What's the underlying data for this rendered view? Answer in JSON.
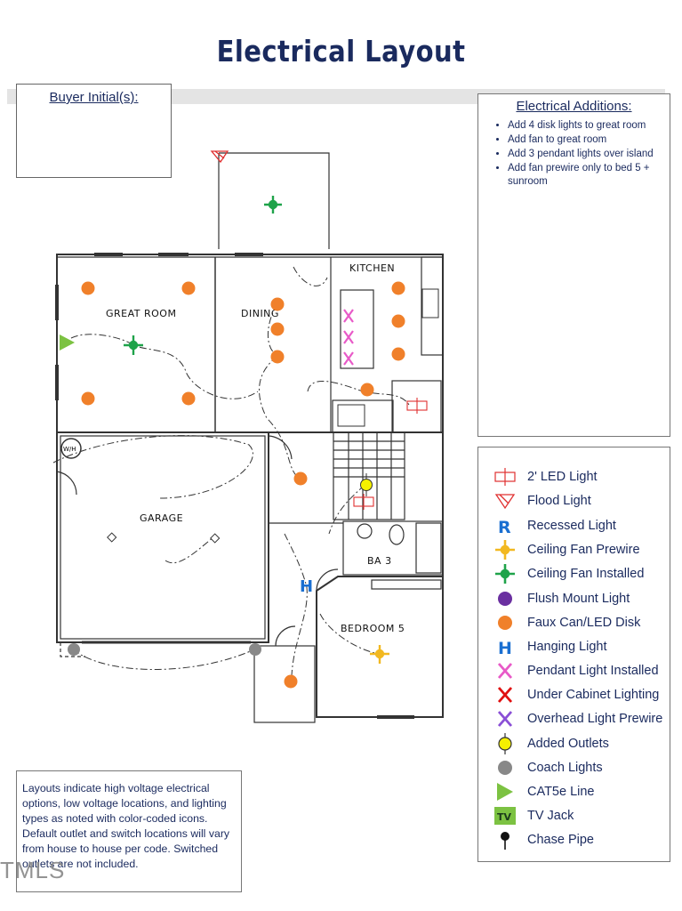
{
  "title": "Electrical Layout",
  "buyer_initials_label": "Buyer Initial(s):",
  "additions": {
    "heading": "Electrical Additions:",
    "items": [
      "Add 4 disk lights to great room",
      "Add fan to great room",
      "Add 3 pendant lights over island",
      "Add fan prewire only to bed 5 + sunroom"
    ]
  },
  "rooms": {
    "great_room": "GREAT ROOM",
    "dining": "DINING",
    "kitchen": "KITCHEN",
    "garage": "GARAGE",
    "bath": "BA 3",
    "bedroom": "BEDROOM 5",
    "wh": "W/H"
  },
  "legend": [
    {
      "icon": "led-light-icon",
      "label": "2' LED Light",
      "color": "#e03030"
    },
    {
      "icon": "flood-light-icon",
      "label": "Flood Light",
      "color": "#e03030"
    },
    {
      "icon": "recessed-light-icon",
      "label": "Recessed Light",
      "color": "#1a6fd1"
    },
    {
      "icon": "ceiling-fan-prewire-icon",
      "label": "Ceiling Fan Prewire",
      "color": "#f2b820"
    },
    {
      "icon": "ceiling-fan-installed-icon",
      "label": "Ceiling Fan Installed",
      "color": "#1fa34a"
    },
    {
      "icon": "flush-mount-light-icon",
      "label": "Flush Mount Light",
      "color": "#6a2fa0"
    },
    {
      "icon": "faux-can-led-disk-icon",
      "label": "Faux Can/LED Disk",
      "color": "#f0802a"
    },
    {
      "icon": "hanging-light-icon",
      "label": "Hanging Light",
      "color": "#1a6fd1"
    },
    {
      "icon": "pendant-light-icon",
      "label": "Pendant Light Installed",
      "color": "#e85ac8"
    },
    {
      "icon": "under-cabinet-light-icon",
      "label": "Under Cabinet Lighting",
      "color": "#e01010"
    },
    {
      "icon": "overhead-light-prewire-icon",
      "label": "Overhead Light Prewire",
      "color": "#8a4fd6"
    },
    {
      "icon": "added-outlet-icon",
      "label": "Added Outlets",
      "color": "#f5f000"
    },
    {
      "icon": "coach-light-icon",
      "label": "Coach Lights",
      "color": "#888888"
    },
    {
      "icon": "cat5e-line-icon",
      "label": "CAT5e Line",
      "color": "#7cc242"
    },
    {
      "icon": "tv-jack-icon",
      "label": "TV Jack",
      "color": "#7cc242"
    },
    {
      "icon": "chase-pipe-icon",
      "label": "Chase Pipe",
      "color": "#111111"
    }
  ],
  "note": "Layouts indicate high voltage electrical options, low voltage locations, and lighting types as noted with color-coded icons. Default outlet and switch locations will vary from house to house per code. Switched outlets are not included.",
  "watermark": "TMLS"
}
